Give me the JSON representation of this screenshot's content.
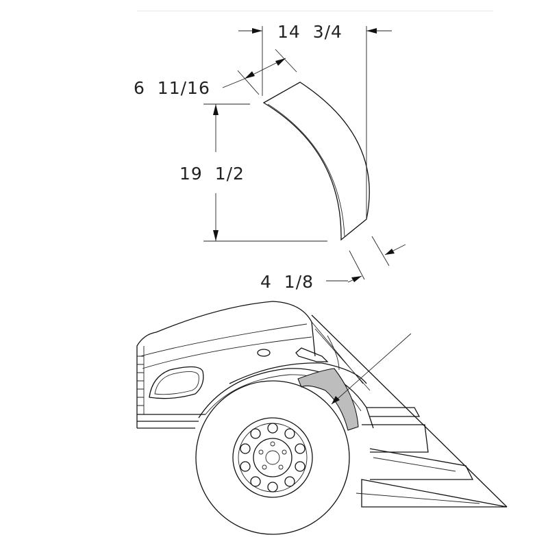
{
  "dimensions": {
    "width_top": "14  3/4",
    "depth_top": "6  11/16",
    "height": "19  1/2",
    "depth_bottom": "4  1/8"
  },
  "colors": {
    "line": "#111111",
    "highlight": "#bdbdbd",
    "background": "#ffffff"
  }
}
